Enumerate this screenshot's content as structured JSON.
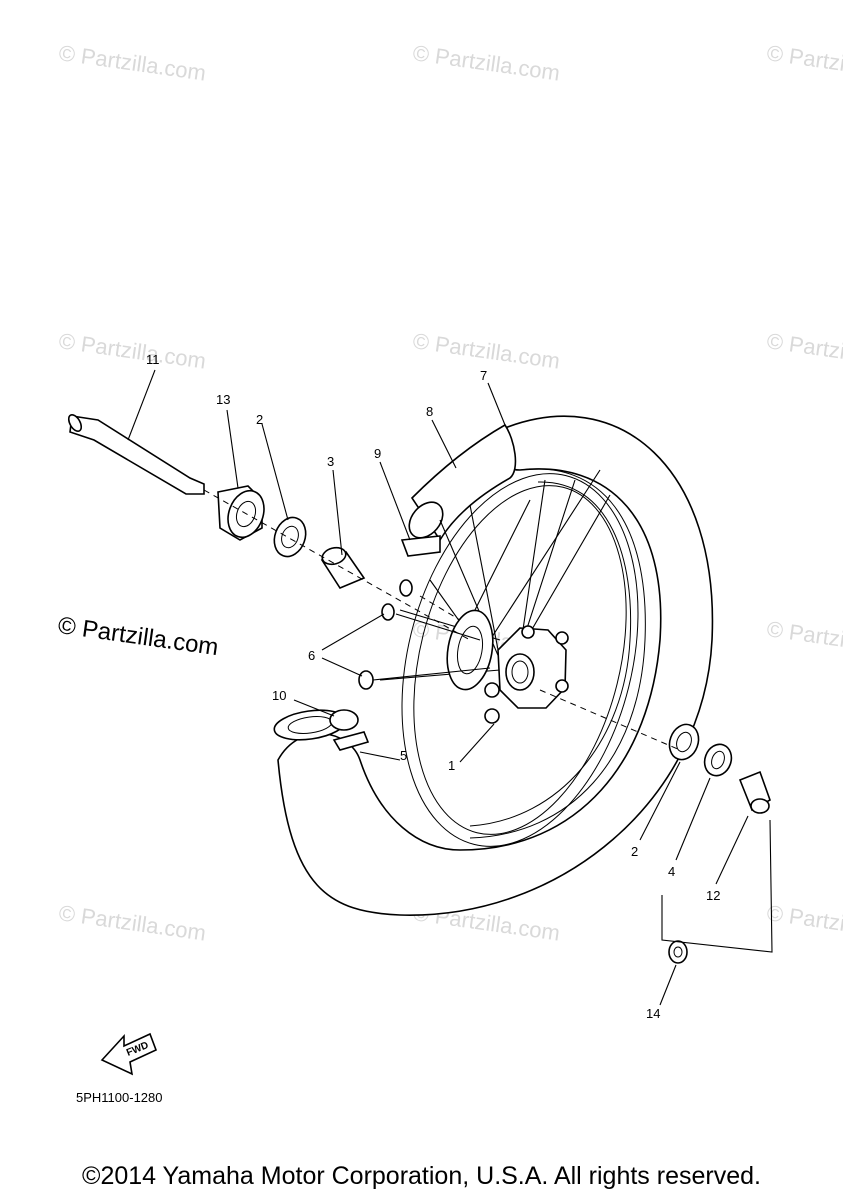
{
  "watermark_text": "© Partzilla.com",
  "side_watermark": "© Partzilla.com",
  "diagram_code": "5PH1100-1280",
  "fwd_label": "FWD",
  "copyright": "©2014 Yamaha Motor Corporation, U.S.A. All rights reserved.",
  "callouts": {
    "c1": "1",
    "c2a": "2",
    "c2b": "2",
    "c3": "3",
    "c4": "4",
    "c5": "5",
    "c6": "6",
    "c7": "7",
    "c8": "8",
    "c9": "9",
    "c10": "10",
    "c11": "11",
    "c12": "12",
    "c13": "13",
    "c14": "14"
  }
}
